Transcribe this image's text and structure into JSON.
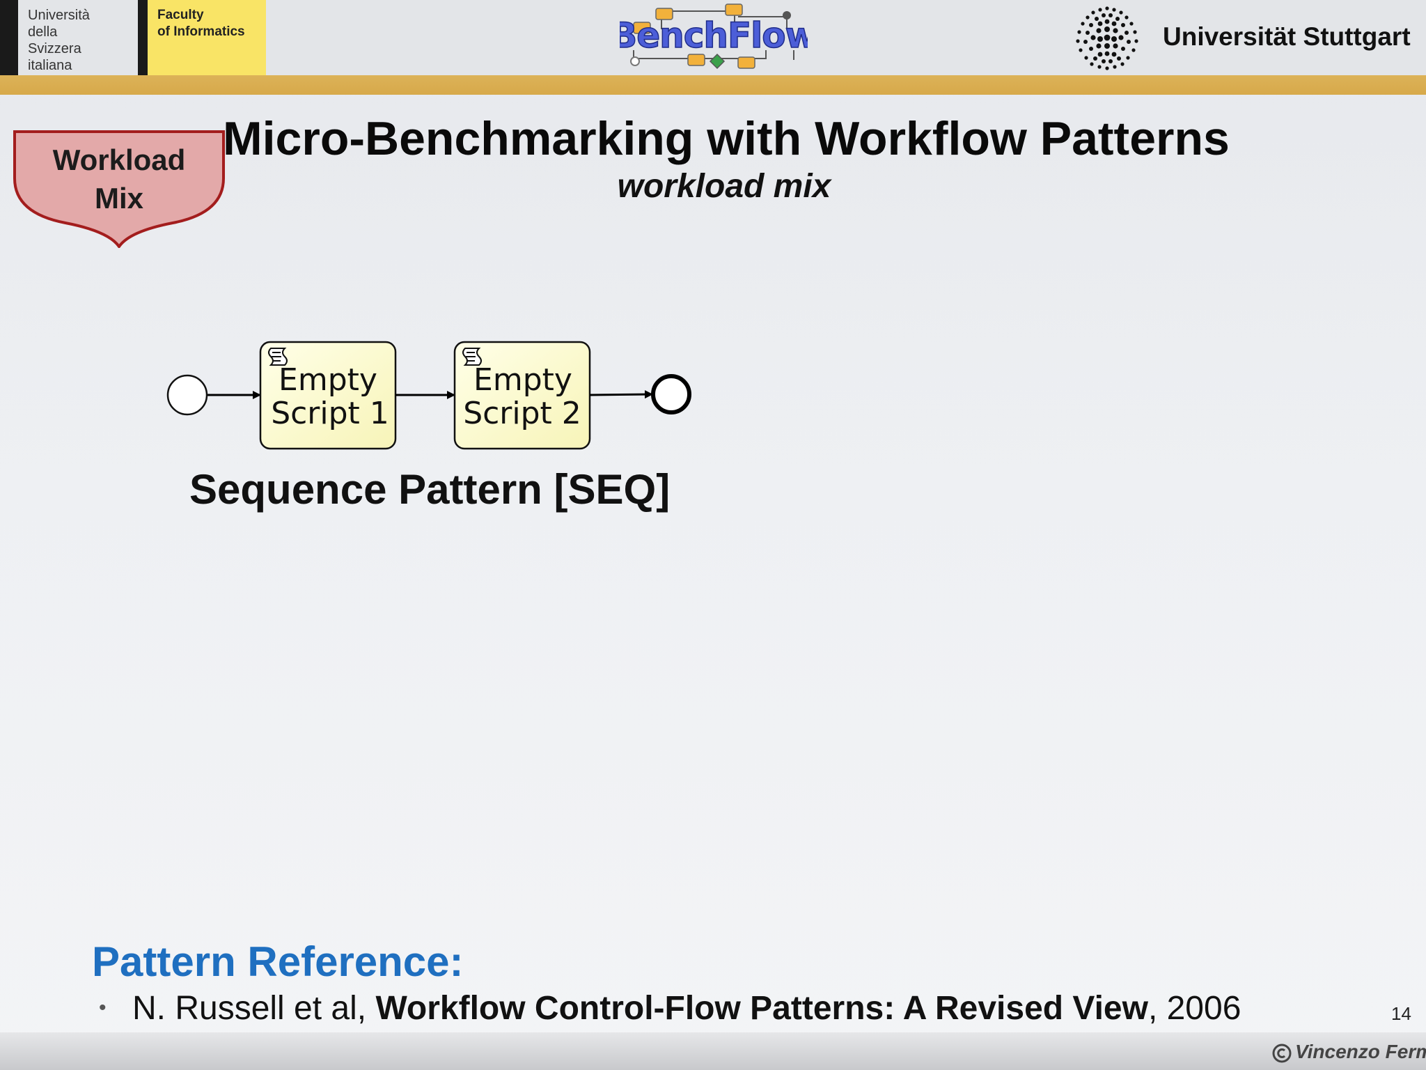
{
  "header": {
    "usi_lines": [
      "Università",
      "della",
      "Svizzera",
      "italiana"
    ],
    "faculty_lines": [
      "Faculty",
      "of Informatics"
    ],
    "logo_text": "BenchFlow",
    "stuttgart": "Universität Stuttgart"
  },
  "badge": {
    "line1": "Workload",
    "line2": "Mix"
  },
  "slide": {
    "title": "Micro-Benchmarking with Workflow Patterns",
    "subtitle": "workload mix"
  },
  "diagram": {
    "tasks": [
      {
        "line1": "Empty",
        "line2": "Script 1",
        "icon": "script-icon"
      },
      {
        "line1": "Empty",
        "line2": "Script 2",
        "icon": "script-icon"
      }
    ],
    "pattern_name": "Sequence Pattern [SEQ]"
  },
  "reference": {
    "heading": "Pattern Reference:",
    "bullet": "•",
    "authors": "N. Russell et al, ",
    "work": "Workflow Control-Flow Patterns: A Revised View",
    "year": ", 2006"
  },
  "page_number": "14",
  "footer": {
    "author": "Vincenzo Ferme",
    "icon": "copyright-icon"
  }
}
